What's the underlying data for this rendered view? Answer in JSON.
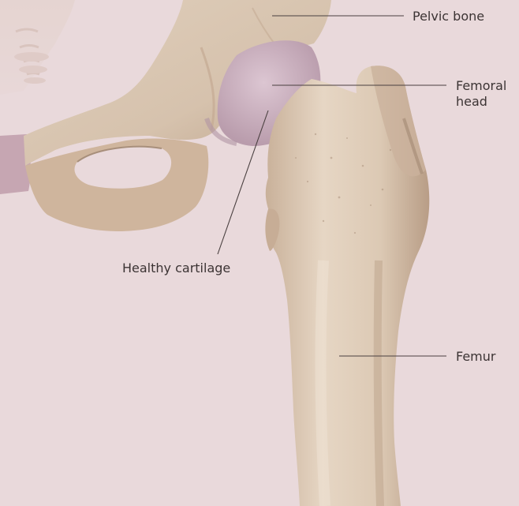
{
  "diagram": {
    "background_color": "#e9d9db",
    "bone_color": "#dccab7",
    "cartilage_color": "#c9b0bd",
    "labels": {
      "pelvic_bone": "Pelvic bone",
      "femoral_head_line1": "Femoral",
      "femoral_head_line2": "head",
      "healthy_cartilage": "Healthy cartilage",
      "femur": "Femur"
    }
  }
}
